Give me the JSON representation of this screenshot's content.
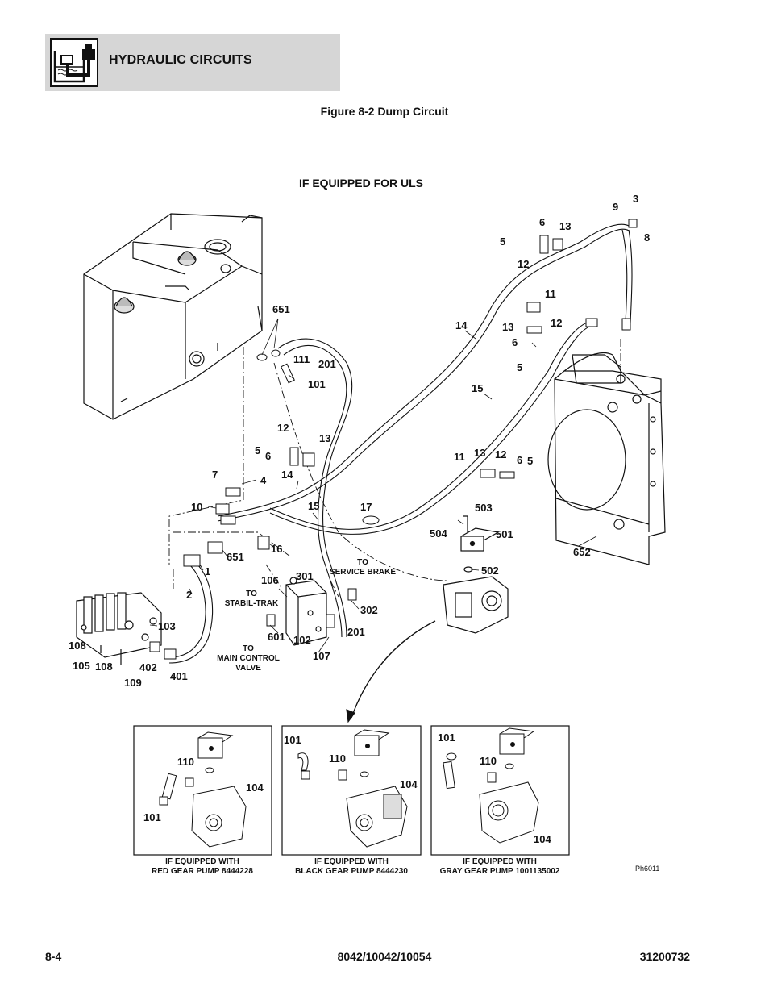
{
  "header": {
    "section_title": "HYDRAULIC CIRCUITS",
    "section_icon": "hydraulic-reservoir-icon",
    "figure_title": "Figure 8-2 Dump Circuit"
  },
  "diagram": {
    "uls_label": "IF EQUIPPED FOR ULS",
    "notes": {
      "to_service_brake": [
        "TO",
        "SERVICE BRAKE"
      ],
      "to_stabil_trak": [
        "TO",
        "STABIL-TRAK"
      ],
      "to_main_control_valve": [
        "TO",
        "MAIN CONTROL",
        "VALVE"
      ]
    },
    "callouts": {
      "c3": "3",
      "c9": "9",
      "c8": "8",
      "c6a": "6",
      "c13a": "13",
      "c5a": "5",
      "c12a": "12",
      "c651a": "651",
      "c111": "111",
      "c201a": "201",
      "c101a": "101",
      "c14a": "14",
      "c11a": "11",
      "c13b": "13",
      "c12b": "12",
      "c6b": "6",
      "c5b": "5",
      "c15a": "15",
      "c12c": "12",
      "c5c": "5",
      "c6c": "6",
      "c13c": "13",
      "c7": "7",
      "c4": "4",
      "c14b": "14",
      "c10": "10",
      "c15b": "15",
      "c17": "17",
      "c11b": "11",
      "c13d": "13",
      "c12d": "12",
      "c6d": "6",
      "c5d": "5",
      "c503": "503",
      "c504": "504",
      "c501": "501",
      "c652": "652",
      "c502": "502",
      "c651b": "651",
      "c16": "16",
      "c1": "1",
      "c2": "2",
      "c106": "106",
      "c301": "301",
      "c302": "302",
      "c601": "601",
      "c102": "102",
      "c201b": "201",
      "c107": "107",
      "c103": "103",
      "c108a": "108",
      "c105": "105",
      "c108b": "108",
      "c402": "402",
      "c401": "401",
      "c109": "109"
    },
    "inset_red": {
      "c110": "110",
      "c104": "104",
      "c101": "101",
      "caption_1": "IF EQUIPPED WITH",
      "caption_2": "RED GEAR PUMP 8444228"
    },
    "inset_black": {
      "c101": "101",
      "c110": "110",
      "c104": "104",
      "caption_1": "IF EQUIPPED WITH",
      "caption_2": "BLACK GEAR PUMP 8444230"
    },
    "inset_gray": {
      "c101": "101",
      "c110": "110",
      "c104": "104",
      "caption_1": "IF EQUIPPED WITH",
      "caption_2": "GRAY GEAR PUMP 1001135002"
    },
    "photo_id": "Ph6011"
  },
  "footer": {
    "page_number": "8-4",
    "models": "8042/10042/10054",
    "doc_number": "31200732"
  }
}
